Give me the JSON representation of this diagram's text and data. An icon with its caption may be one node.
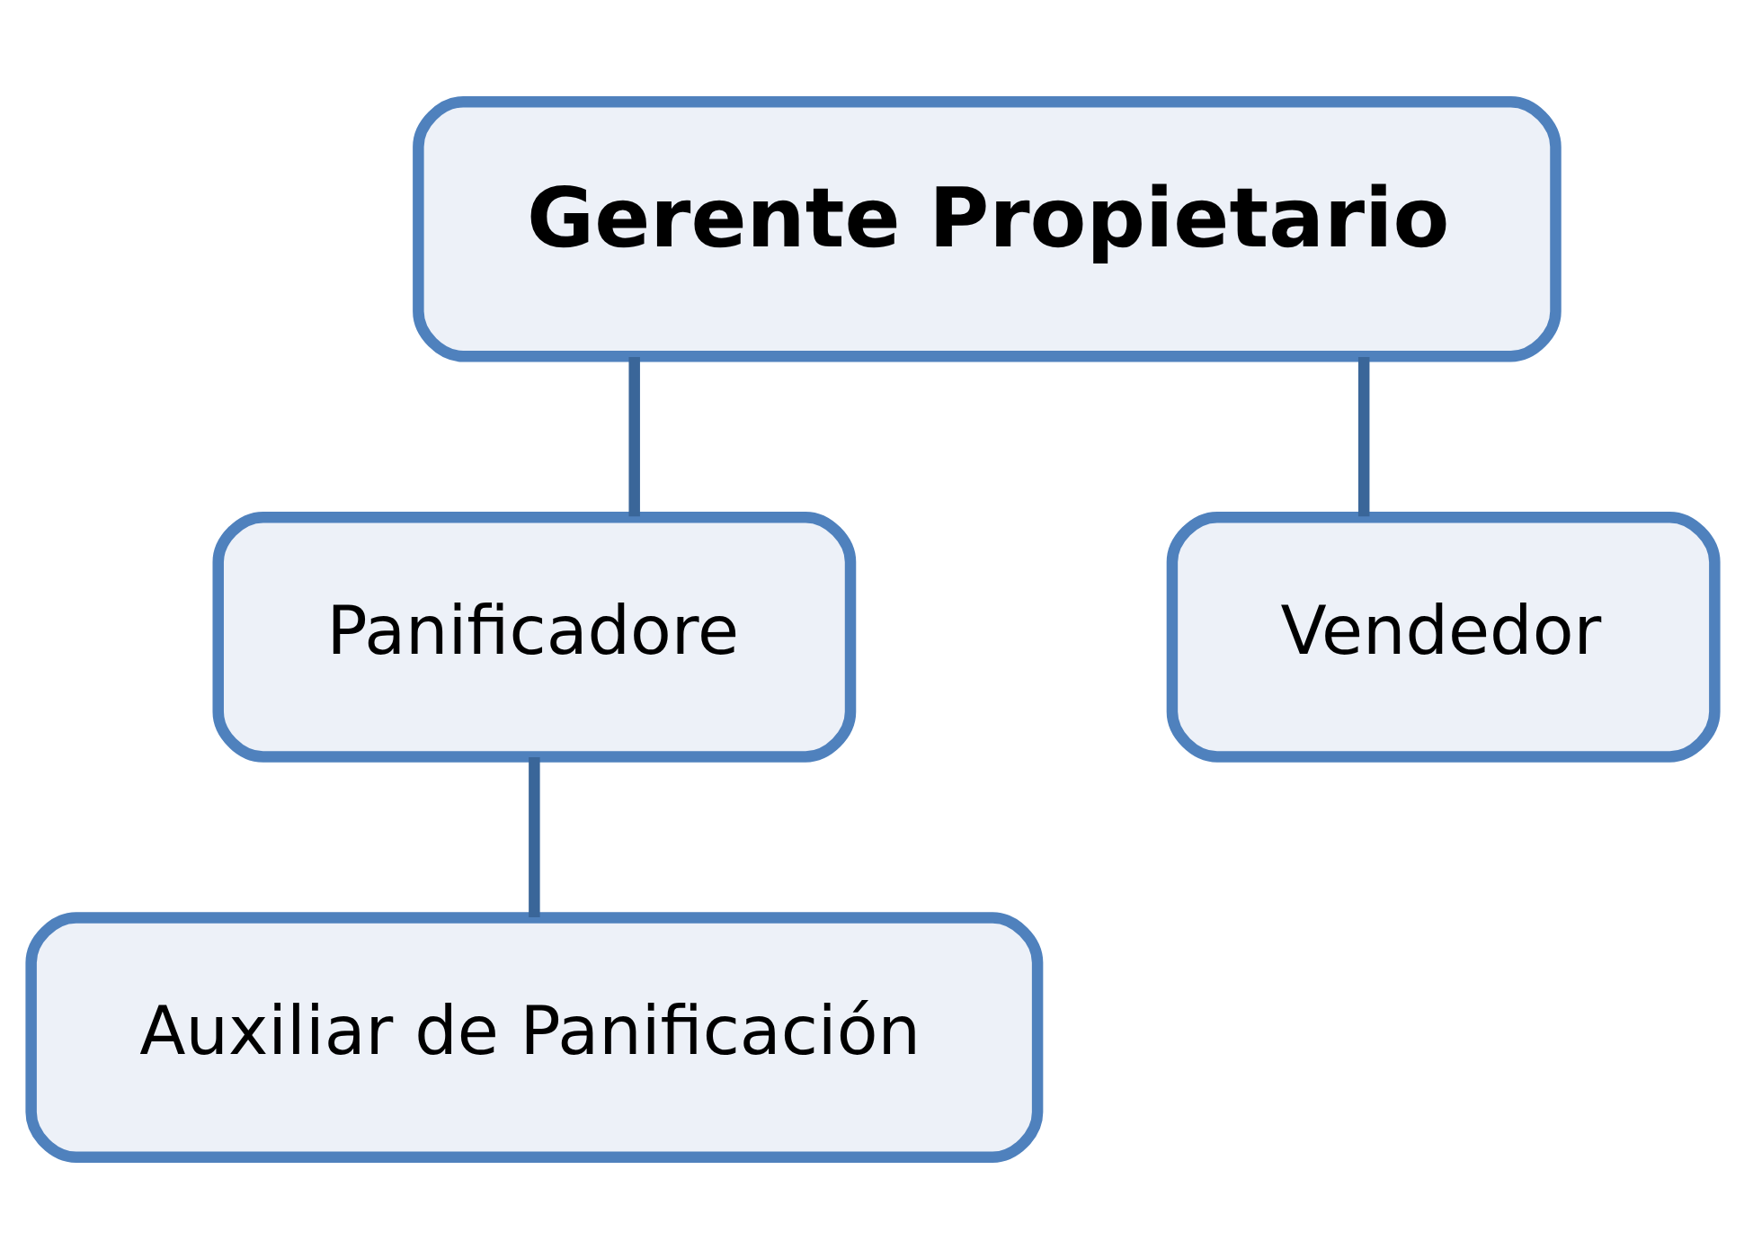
{
  "diagram": {
    "nodes": [
      {
        "text": [
          "Gerente Propietario"
        ]
      },
      {
        "text": [
          "Panificadore"
        ]
      },
      {
        "text": [
          "Vendedor"
        ]
      },
      {
        "text": [
          "Auxiliar de Panificación"
        ]
      }
    ],
    "edges": [
      {
        "from": 0,
        "to": 1,
        "arrow": "none"
      },
      {
        "from": 0,
        "to": 2,
        "arrow": "none"
      },
      {
        "from": 1,
        "to": 3,
        "arrow": "none"
      }
    ]
  }
}
